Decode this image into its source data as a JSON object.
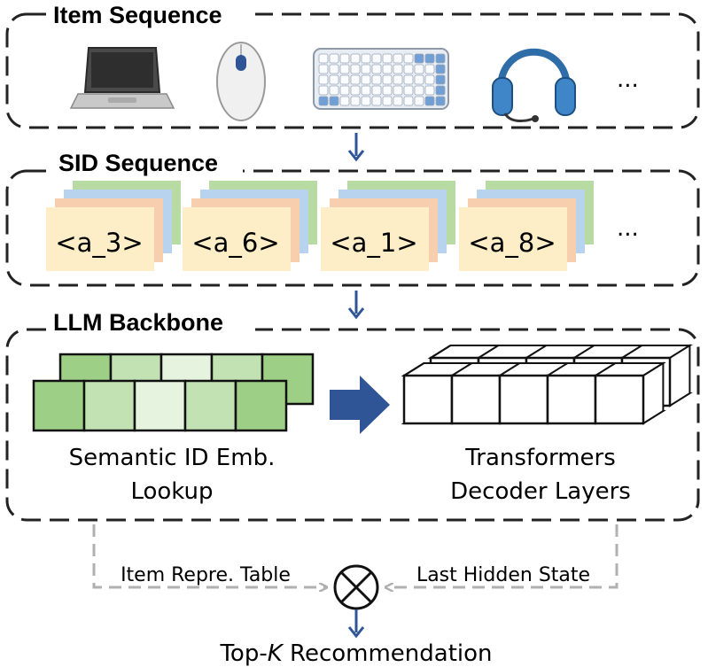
{
  "sections": {
    "item_sequence": "Item Sequence",
    "sid_sequence": "SID Sequence",
    "llm_backbone": "LLM Backbone"
  },
  "items": [
    {
      "icon": "laptop-icon"
    },
    {
      "icon": "mouse-icon"
    },
    {
      "icon": "keyboard-icon"
    },
    {
      "icon": "headphones-icon"
    }
  ],
  "ellipsis": "...",
  "sids": [
    "<a_3>",
    "<a_6>",
    "<a_1>",
    "<a_8>"
  ],
  "backbone": {
    "embedding_line1": "Semantic ID Emb.",
    "embedding_line2": "Lookup",
    "decoder_line1": "Transformers",
    "decoder_line2": "Decoder Layers"
  },
  "bottom": {
    "left_label": "Item Repre. Table",
    "right_label": "Last Hidden State",
    "output_prefix": "Top-",
    "output_k": "K",
    "output_suffix": " Recommendation"
  },
  "colors": {
    "arrow_blue": "#2f5597",
    "green_dark": "#9ecf86",
    "green_mid": "#c3e2b4",
    "green_light": "#e6f3df",
    "sid_front": "#fdeec8",
    "sid_orange": "#f8cfae",
    "sid_blue": "#b8d3ee",
    "sid_green": "#b7dba3",
    "dashed_gray": "#b0b0b0"
  }
}
